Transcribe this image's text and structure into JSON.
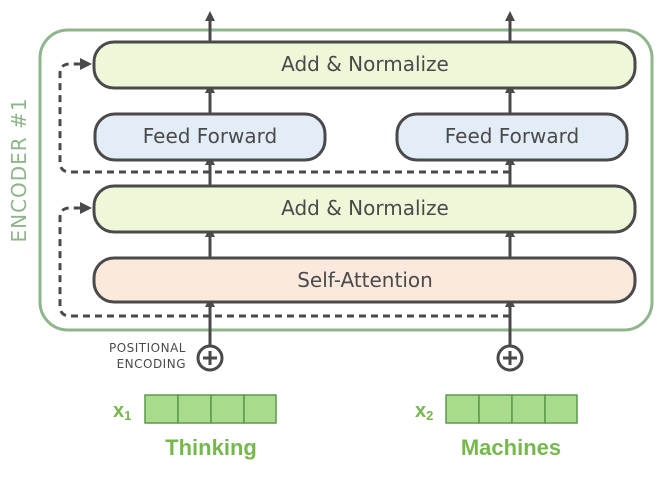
{
  "encoder": {
    "label": "ENCODER #1"
  },
  "blocks": {
    "add_normalize_top": "Add & Normalize",
    "feed_forward_left": "Feed Forward",
    "feed_forward_right": "Feed Forward",
    "add_normalize_mid": "Add & Normalize",
    "self_attention": "Self-Attention"
  },
  "positional_encoding": {
    "line1": "POSITIONAL",
    "line2": "ENCODING"
  },
  "inputs": [
    {
      "var": "x",
      "sub": "1",
      "word": "Thinking"
    },
    {
      "var": "x",
      "sub": "2",
      "word": "Machines"
    }
  ],
  "colors": {
    "encoder_border": "#8fb58c",
    "add_norm_fill": "#eef8d8",
    "feed_forward_fill": "#e3edf8",
    "self_attention_fill": "#fae9dc",
    "vector_fill": "#a8dc8c",
    "word_color": "#76b84e",
    "stroke": "#4a4a4a"
  }
}
